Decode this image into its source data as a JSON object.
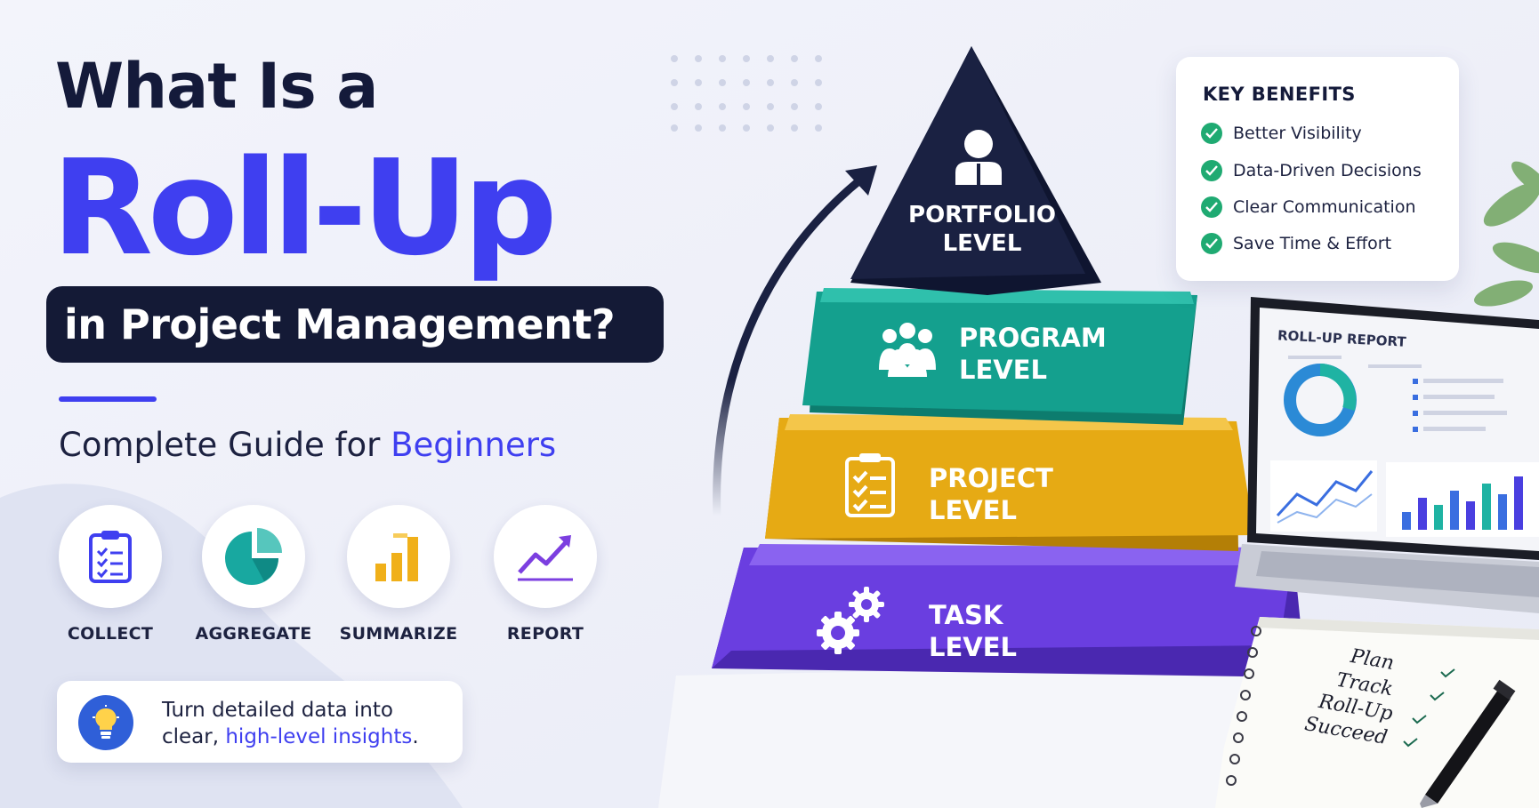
{
  "headline": {
    "line1": "What Is a",
    "highlight": "Roll-Up",
    "line3": "in Project Management?"
  },
  "subtitle": {
    "text": "Complete Guide for ",
    "highlight": "Beginners"
  },
  "steps": [
    {
      "label": "COLLECT",
      "icon": "clipboard-icon"
    },
    {
      "label": "AGGREGATE",
      "icon": "pie-chart-icon"
    },
    {
      "label": "SUMMARIZE",
      "icon": "bar-chart-icon"
    },
    {
      "label": "REPORT",
      "icon": "line-chart-icon"
    }
  ],
  "insight": {
    "line1": "Turn detailed data into",
    "line2_prefix": "clear, ",
    "line2_highlight": "high-level insights",
    "line2_suffix": ".",
    "icon": "lightbulb-icon"
  },
  "pyramid": {
    "levels": [
      {
        "line1": "PORTFOLIO",
        "line2": "LEVEL",
        "icon": "person-icon",
        "color": "#1a2142"
      },
      {
        "line1": "PROGRAM",
        "line2": "LEVEL",
        "icon": "group-icon",
        "color": "#14a08e"
      },
      {
        "line1": "PROJECT",
        "line2": "LEVEL",
        "icon": "checklist-icon",
        "color": "#e6aa14"
      },
      {
        "line1": "TASK",
        "line2": "LEVEL",
        "icon": "gears-icon",
        "color": "#6a3ee0"
      }
    ]
  },
  "benefits": {
    "title": "KEY BENEFITS",
    "items": [
      "Better Visibility",
      "Data-Driven Decisions",
      "Clear Communication",
      "Save Time & Effort"
    ]
  },
  "laptop": {
    "title": "ROLL-UP REPORT"
  },
  "notebook": {
    "items": [
      "Plan",
      "Track",
      "Roll-Up",
      "Succeed"
    ]
  },
  "colors": {
    "accent": "#3f3ff0",
    "navy": "#141a36",
    "check": "#1faa72"
  }
}
